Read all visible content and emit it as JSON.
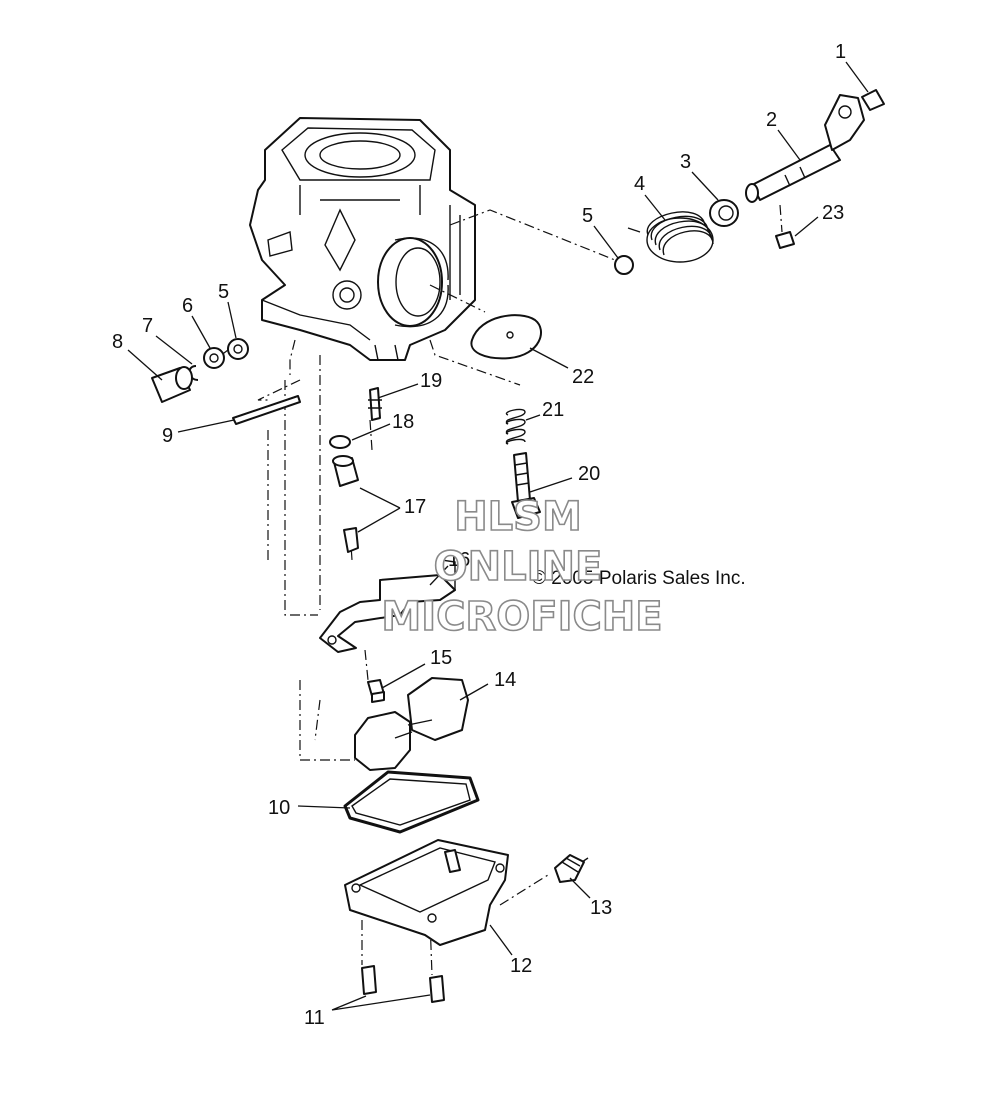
{
  "copyright": "© 2005 Polaris Sales Inc.",
  "watermark": {
    "line1": "HLSM",
    "line2": "ONLINE",
    "line3": "MICROFICHE"
  },
  "callouts": {
    "c1": "1",
    "c2": "2",
    "c3": "3",
    "c4": "4",
    "c5a": "5",
    "c5b": "5",
    "c6": "6",
    "c7": "7",
    "c8": "8",
    "c9": "9",
    "c10": "10",
    "c11": "11",
    "c12": "12",
    "c13": "13",
    "c14": "14",
    "c15": "15",
    "c16": "16",
    "c17": "17",
    "c18": "18",
    "c19": "19",
    "c20": "20",
    "c21": "21",
    "c22": "22",
    "c23": "23"
  },
  "colors": {
    "line": "#111111",
    "watermark": "#8a8a8a",
    "background": "#ffffff"
  }
}
